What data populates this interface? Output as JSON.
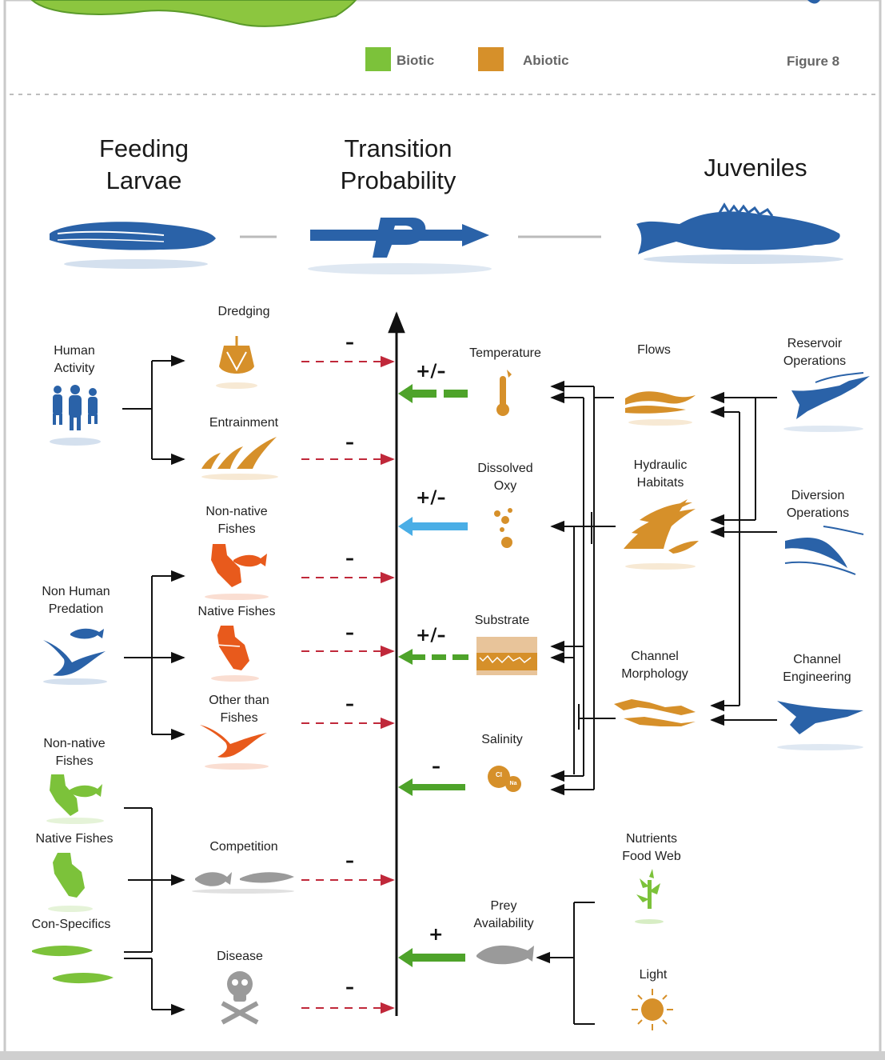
{
  "legend": {
    "biotic": "Biotic",
    "abiotic": "Abiotic",
    "biotic_color": "#7cc23a",
    "abiotic_color": "#d6902a"
  },
  "figure_label": "Figure 8",
  "headers": {
    "left_line1": "Feeding",
    "left_line2": "Larvae",
    "middle_line1": "Transition",
    "middle_line2": "Probability",
    "right": "Juveniles",
    "p_symbol": "P"
  },
  "drivers_left": {
    "human_activity": [
      "Human",
      "Activity"
    ],
    "non_human_predation": [
      "Non Human",
      "Predation"
    ],
    "non_native_fishes": [
      "Non-native",
      "Fishes"
    ],
    "native_fishes": "Native Fishes",
    "con_specifics": "Con-Specifics"
  },
  "factors_left": {
    "dredging": "Dredging",
    "entrainment": "Entrainment",
    "non_native_fishes": [
      "Non-native",
      "Fishes"
    ],
    "native_fishes": "Native Fishes",
    "other_than_fishes": [
      "Other than",
      "Fishes"
    ],
    "competition": "Competition",
    "disease": "Disease"
  },
  "factors_right": {
    "temperature": "Temperature",
    "dissolved_oxy": [
      "Dissolved",
      "Oxy"
    ],
    "substrate": "Substrate",
    "salinity": "Salinity",
    "prey_availability": [
      "Prey",
      "Availability"
    ]
  },
  "drivers_mid_right": {
    "flows": "Flows",
    "hydraulic_habitats": [
      "Hydraulic",
      "Habitats"
    ],
    "channel_morphology": [
      "Channel",
      "Morphology"
    ],
    "nutrients_food_web": [
      "Nutrients",
      "Food Web"
    ],
    "light": "Light"
  },
  "drivers_far_right": {
    "reservoir_operations": [
      "Reservoir",
      "Operations"
    ],
    "diversion_operations": [
      "Diversion",
      "Operations"
    ],
    "channel_engineering": [
      "Channel",
      "Engineering"
    ]
  },
  "effects": {
    "dredging": "–",
    "entrainment": "–",
    "non_native_fishes": "–",
    "native_fishes": "–",
    "other_than_fishes": "–",
    "competition": "–",
    "disease": "–",
    "temperature": "+/–",
    "dissolved_oxy": "+/–",
    "substrate": "+/–",
    "salinity": "–",
    "prey_availability": "+"
  },
  "icon_labels": {
    "salinity_cl": "Cl",
    "salinity_na": "Na"
  },
  "colors": {
    "blue": "#2a62a8",
    "light_blue": "#4aaee6",
    "green": "#4ea32a",
    "orange": "#d6902a",
    "red_orange": "#e85a1c",
    "dashed_red": "#c0283a",
    "gray": "#9a9a9a"
  },
  "icons": [
    "larva-icon",
    "p-arrow-icon",
    "juvenile-sturgeon-icon",
    "people-icon",
    "dredge-icon",
    "entrainment-icon",
    "california-fish-icon",
    "bird-fish-icon",
    "bird-icon",
    "competition-fish-icon",
    "skull-crossbones-icon",
    "thermometer-icon",
    "bubbles-icon",
    "substrate-icon",
    "salinity-icon",
    "prey-fish-icon",
    "flows-icon",
    "hydraulic-icon",
    "channel-morphology-icon",
    "plant-icon",
    "sun-icon",
    "reservoir-icon",
    "diversion-icon",
    "channel-engineering-icon",
    "con-specifics-larvae-icon"
  ]
}
